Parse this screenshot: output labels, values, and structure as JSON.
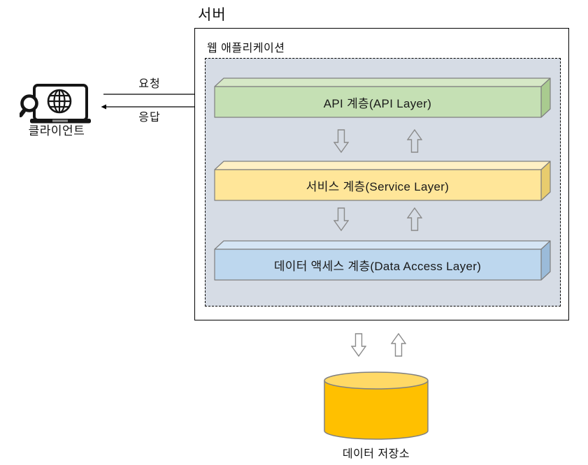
{
  "server": {
    "title": "서버",
    "app_label": "웹 애플리케이션",
    "panel_bg": "#d6dce5",
    "layers": {
      "api": {
        "label": "API 계층(API Layer)",
        "front": "#c5e0b4",
        "top": "#d6e8c6",
        "side": "#a9cb8f"
      },
      "service": {
        "label": "서비스 계층(Service Layer)",
        "front": "#ffe699",
        "top": "#fff0c4",
        "side": "#e8cc6e"
      },
      "data_access": {
        "label": "데이터 액세스 계층(Data Access Layer)",
        "front": "#bdd7ee",
        "top": "#d5e5f4",
        "side": "#9bbbd9"
      }
    }
  },
  "client": {
    "label": "클라이언트"
  },
  "flows": {
    "request": "요청",
    "response": "응답"
  },
  "datastore": {
    "label": "데이터 저장소",
    "body": "#ffc000",
    "top": "#ffd966"
  },
  "colors": {
    "outer_border": "#000000",
    "layer_border": "#7f7f7f",
    "block_arrow_outline": "#8a8a8a",
    "flow_arrow": "#000000",
    "datastore_border": "#808080"
  }
}
